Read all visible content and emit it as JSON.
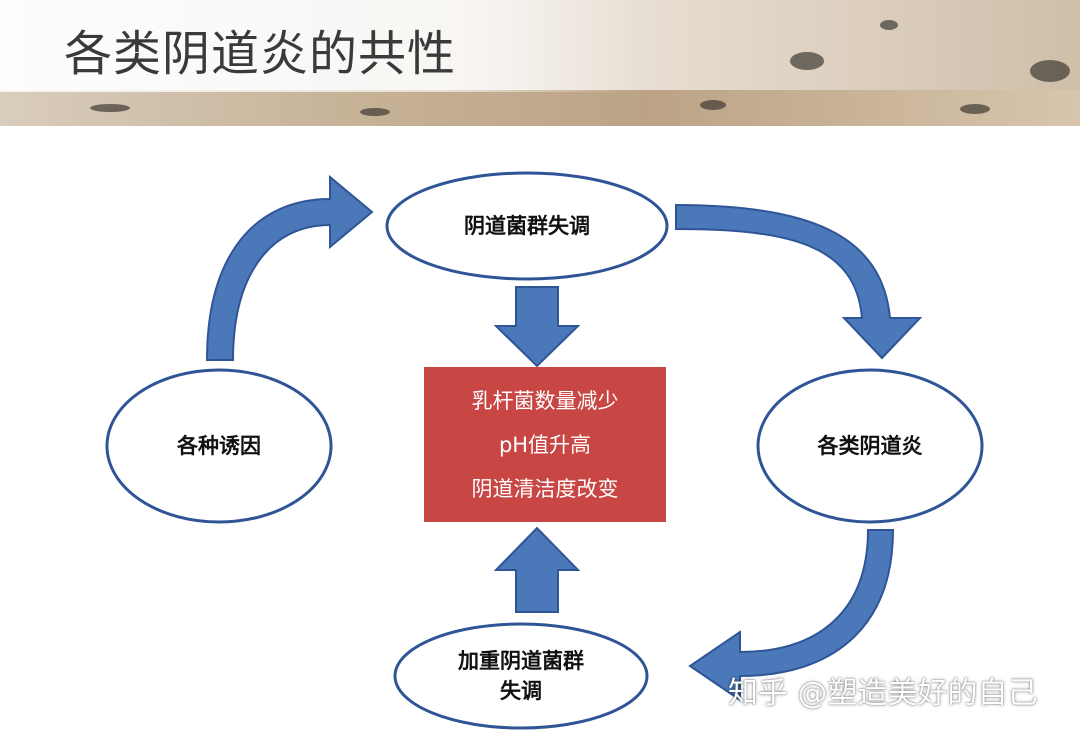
{
  "title": "各类阴道炎的共性",
  "nodes": {
    "top": "阴道菌群失调",
    "left": "各种诱因",
    "right": "各类阴道炎",
    "bottom_line1": "加重阴道菌群",
    "bottom_line2": "失调"
  },
  "center": {
    "line1": "乳杆菌数量减少",
    "line2": "pH值升高",
    "line3": "阴道清洁度改变"
  },
  "watermark": "知乎 @塑造美好的自己",
  "colors": {
    "arrow": "#4a78b8",
    "node_border": "#2f5597",
    "center_box": "#c84643"
  }
}
